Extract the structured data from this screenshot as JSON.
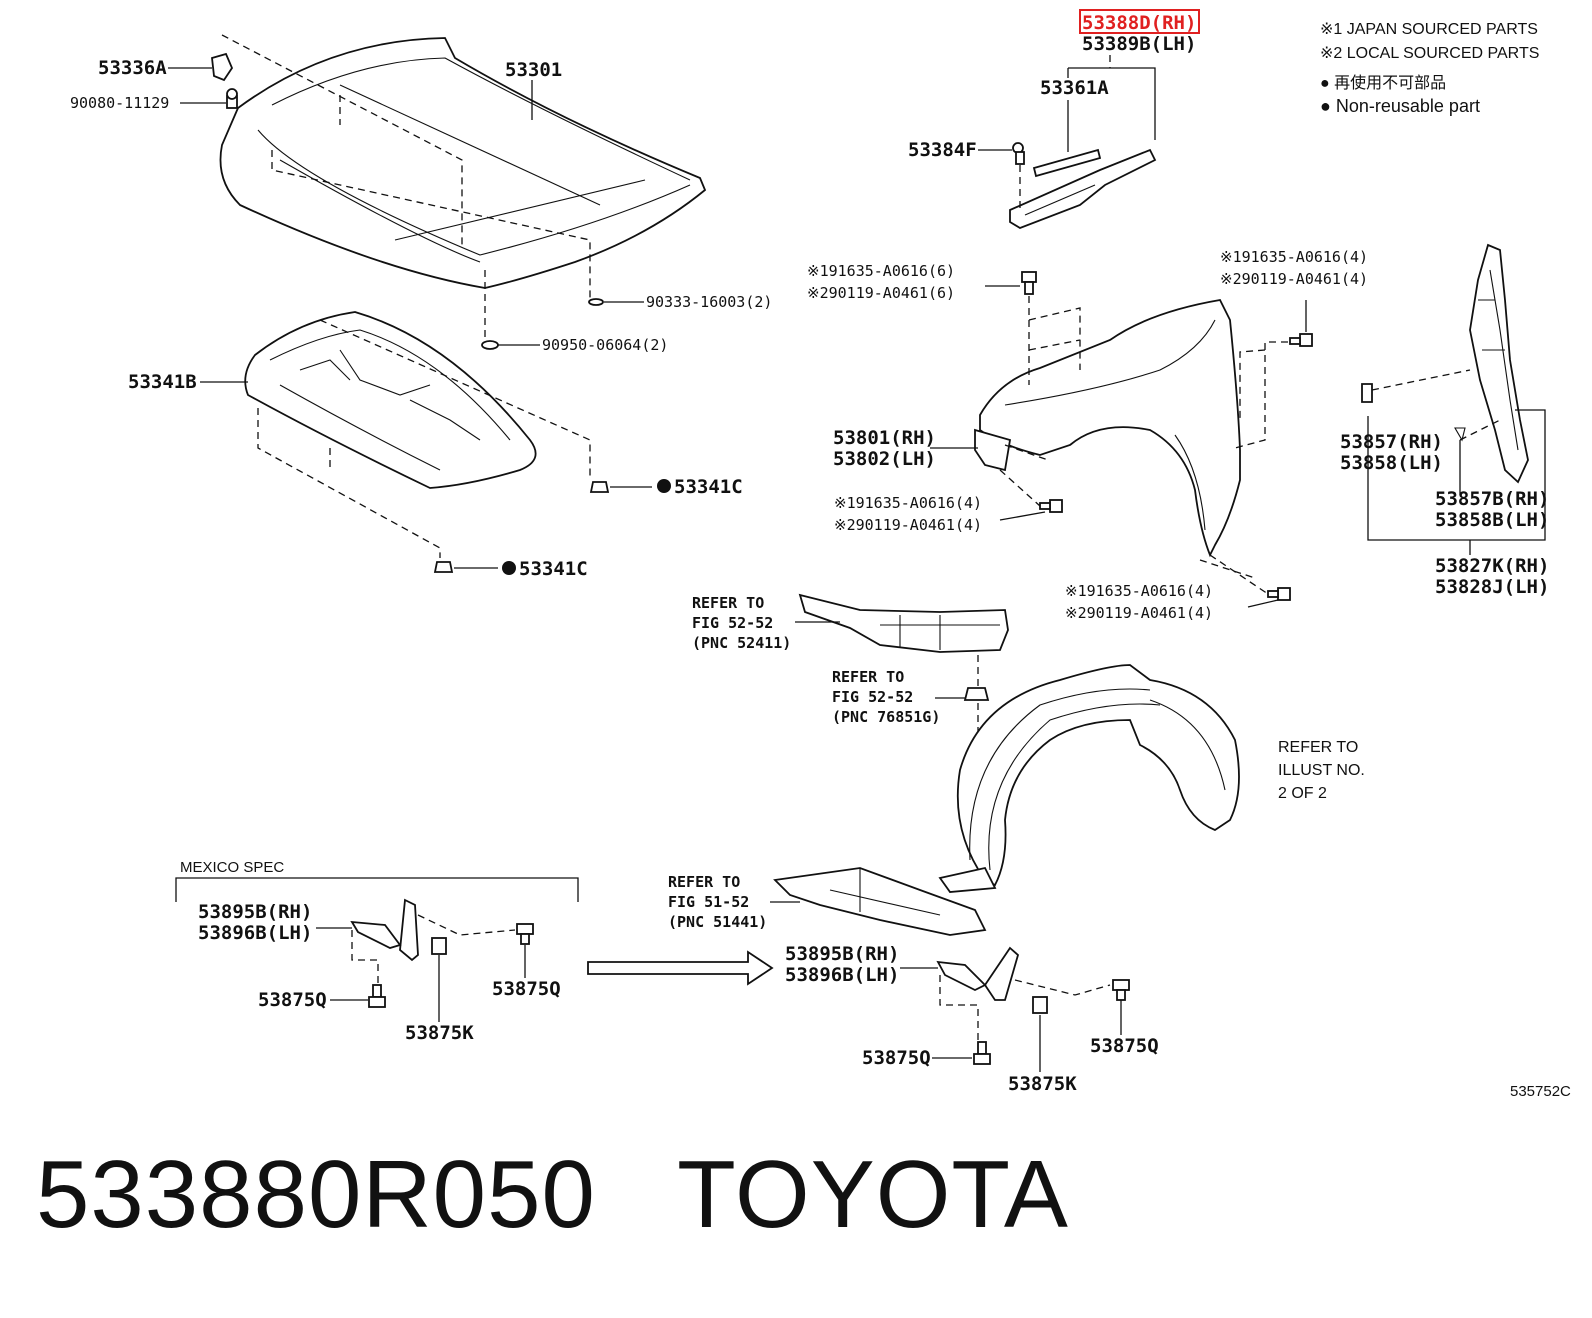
{
  "legend": {
    "line1": "※1 JAPAN SOURCED PARTS",
    "line2": "※2 LOCAL SOURCED PARTS",
    "line3": "● 再使用不可部品",
    "line4": "● Non-reusable part"
  },
  "labels": {
    "p53336A": "53336A",
    "p90080": "90080-11129",
    "p53301": "53301",
    "p90333": "90333-16003(2)",
    "p90950": "90950-06064(2)",
    "p53341B": "53341B",
    "p53341C_a": "●53341C",
    "p53341C_b": "●53341C",
    "p53388D": "53388D(RH)",
    "p53389B": "53389B(LH)",
    "p53361A": "53361A",
    "p53384F": "53384F",
    "p191635_6": "※191635-A0616(6)",
    "p290119_6": "※290119-A0461(6)",
    "p191635_4r": "※191635-A0616(4)",
    "p290119_4r": "※290119-A0461(4)",
    "p53801": "53801(RH)",
    "p53802": "53802(LH)",
    "p191635_4m": "※191635-A0616(4)",
    "p290119_4m": "※290119-A0461(4)",
    "p191635_4b": "※191635-A0616(4)",
    "p290119_4b": "※290119-A0461(4)",
    "p53857": "53857(RH)",
    "p53858": "53858(LH)",
    "p53857B": "53857B(RH)",
    "p53858B": "53858B(LH)",
    "p53827K": "53827K(RH)",
    "p53828J": "53828J(LH)",
    "refer1a": "REFER TO",
    "refer1b": "FIG 52-52",
    "refer1c": "(PNC 52411)",
    "refer2a": "REFER TO",
    "refer2b": "FIG 52-52",
    "refer2c": "(PNC 76851G)",
    "refer3a": "REFER TO",
    "refer3b": "ILLUST NO.",
    "refer3c": "2 OF 2",
    "refer4a": "REFER TO",
    "refer4b": "FIG 51-52",
    "refer4c": "(PNC 51441)",
    "mexico": "MEXICO SPEC",
    "p53895B_l": "53895B(RH)",
    "p53896B_l": "53896B(LH)",
    "p53875Q_l1": "53875Q",
    "p53875Q_l2": "53875Q",
    "p53875K_l": "53875K",
    "p53895B_r": "53895B(RH)",
    "p53896B_r": "53896B(LH)",
    "p53875Q_r1": "53875Q",
    "p53875Q_r2": "53875Q",
    "p53875K_r": "53875K",
    "fig_code": "535752C"
  },
  "caption": {
    "part_number": "533880R050",
    "brand": "TOYOTA"
  },
  "colors": {
    "highlight": "#e02020",
    "ink": "#111111"
  }
}
